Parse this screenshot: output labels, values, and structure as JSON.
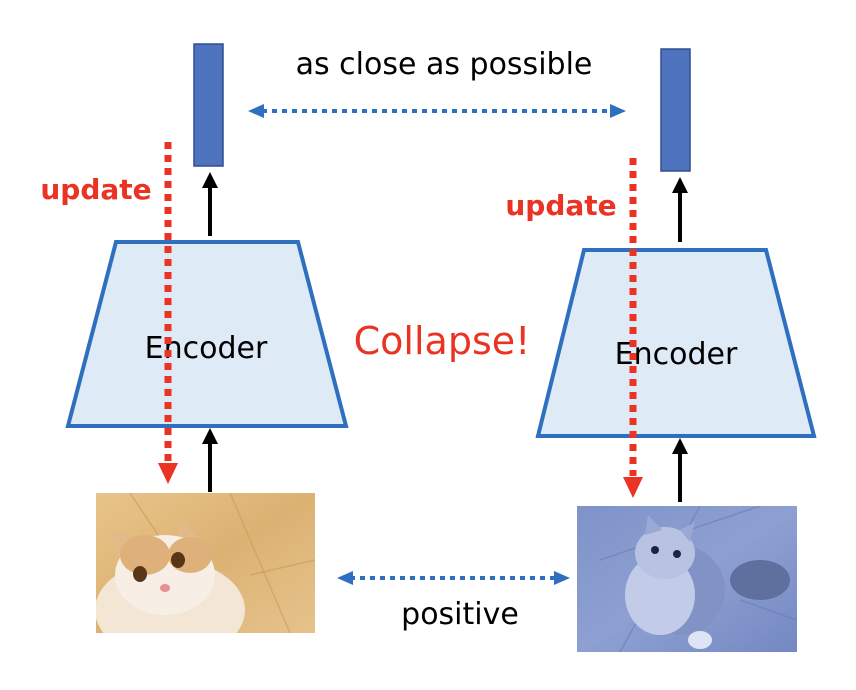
{
  "colors": {
    "embedding_fill": "#4f72be",
    "embedding_stroke": "#2f4f8f",
    "encoder_fill": "#deeaf6",
    "encoder_stroke": "#2e6fbf",
    "update_red": "#ea3323",
    "similarity_blue": "#2e6fbf",
    "flow_black": "#000000"
  },
  "labels": {
    "top_relation": "as close as possible",
    "bottom_relation": "positive",
    "collapse": "Collapse!",
    "left_update": "update",
    "right_update": "update",
    "left_encoder": "Encoder",
    "right_encoder": "Encoder"
  },
  "images": {
    "left": "cat-photo-original",
    "right": "cat-photo-augmented-blue-tint"
  }
}
